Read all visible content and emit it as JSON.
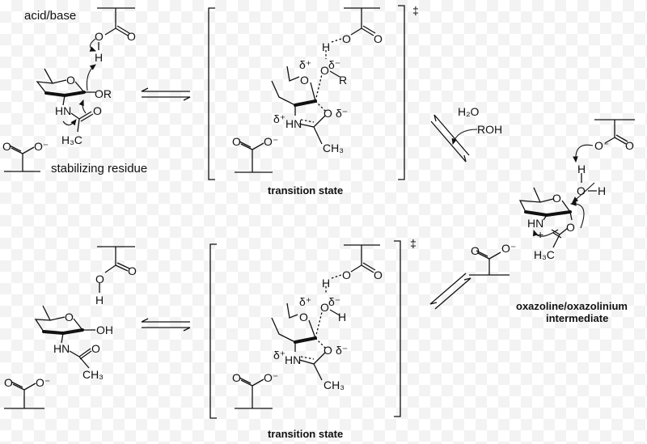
{
  "labels": {
    "acid_base": "acid/base",
    "stabilizing_residue": "stabilizing residue",
    "transition_state_top": "transition state",
    "transition_state_bottom": "transition state",
    "intermediate_line1": "oxazoline/oxazolinium",
    "intermediate_line2": "intermediate",
    "dagger_top": "‡",
    "dagger_bottom": "‡",
    "water": "H₂O",
    "alcohol": "ROH"
  },
  "substrate": {
    "O_acid": "O",
    "O_carbonyl": "O",
    "H": "H",
    "O_ring": "O",
    "OR": "OR",
    "HN": "HN",
    "O_amide": "O",
    "H3C": "H₃C",
    "O_base": "O",
    "O_base_minus": "O⁻"
  },
  "ts1": {
    "O_acid": "O",
    "O_carbonyl": "O",
    "H": "H",
    "O_leaving": "O",
    "delta_minus_leaving": "δ⁻",
    "R": "R",
    "delta_plus_ring": "δ⁺",
    "O_ring": "O",
    "HN": "HN",
    "delta_plus_N": "δ⁺",
    "O_amide": "O",
    "delta_minus_amide": "δ⁻",
    "CH3": "CH₃",
    "O_base": "O",
    "O_base_minus": "O⁻"
  },
  "intermediate": {
    "O_acid_minus": "O⁻",
    "O_carbonyl": "O",
    "H": "H",
    "O_water": "O",
    "H_water": "H",
    "O_ring": "O",
    "HN": "HN",
    "plus": "+",
    "O_oxazoline": "O",
    "H3C": "H₃C",
    "O_base": "O",
    "O_base_minus": "O⁻"
  },
  "product": {
    "O_acid": "O",
    "O_carbonyl": "O",
    "H": "H",
    "O_ring": "O",
    "OH": "OH",
    "HN": "HN",
    "O_amide": "O",
    "CH3": "CH₃",
    "O_base": "O",
    "O_base_minus": "O⁻"
  },
  "ts2": {
    "O_acid": "O",
    "O_carbonyl": "O",
    "H": "H",
    "O_water": "O",
    "delta_water": "δ⁻",
    "H_water": "H",
    "delta_plus_ring": "δ⁺",
    "O_ring": "O",
    "HN": "HN",
    "delta_plus_N": "δ⁺",
    "O_amide": "O",
    "delta_minus_amide": "δ⁻",
    "CH3": "CH₃",
    "O_base": "O",
    "O_base_minus": "O⁻"
  }
}
